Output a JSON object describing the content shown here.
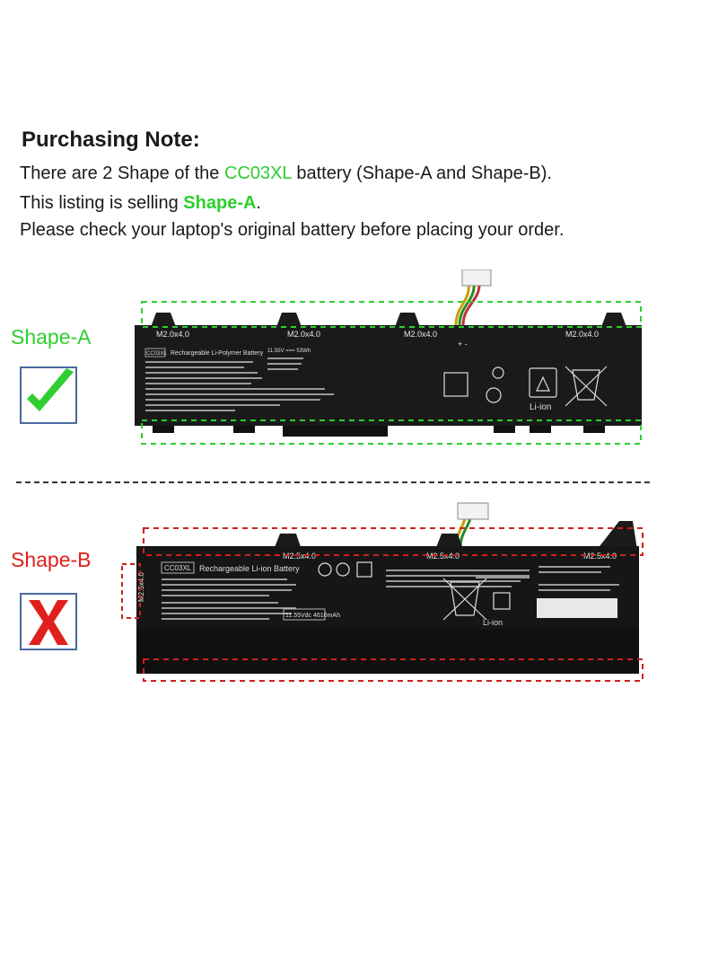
{
  "note": {
    "title": "Purchasing Note:",
    "line1_pre": "There are 2 Shape of the ",
    "line1_model": "CC03XL",
    "line1_post": " battery (Shape-A and Shape-B).",
    "line2_pre": "This listing is selling ",
    "line2_shape": "Shape-A",
    "line2_post": ".",
    "line3": "Please check your laptop's original battery before placing your order."
  },
  "shape_a": {
    "label": "Shape-A",
    "mark_icon": "green-check-icon",
    "screw_labels": [
      "M2.0x4.0",
      "M2.0x4.0",
      "M2.0x4.0",
      "M2.0x4.0"
    ],
    "sticker_model": "CC03XL",
    "sticker_title": "Rechargeable Li-Polymer Battery",
    "spec": "11.55V === 53Wh",
    "recycle_text": "Li-ion",
    "frame_color": "#2fce2f"
  },
  "shape_b": {
    "label": "Shape-B",
    "mark_icon": "red-x-icon",
    "screw_labels": [
      "M2.5x4.0",
      "M2.5x4.0",
      "M2.5x4.0"
    ],
    "side_label": "M2.5x4.0",
    "sticker_model": "CC03XL",
    "sticker_title": "Rechargeable Li-ion Battery",
    "spec": "11.55Vdc 4610mAh",
    "recycle_text": "Li-ion",
    "frame_color": "#d0201c"
  }
}
